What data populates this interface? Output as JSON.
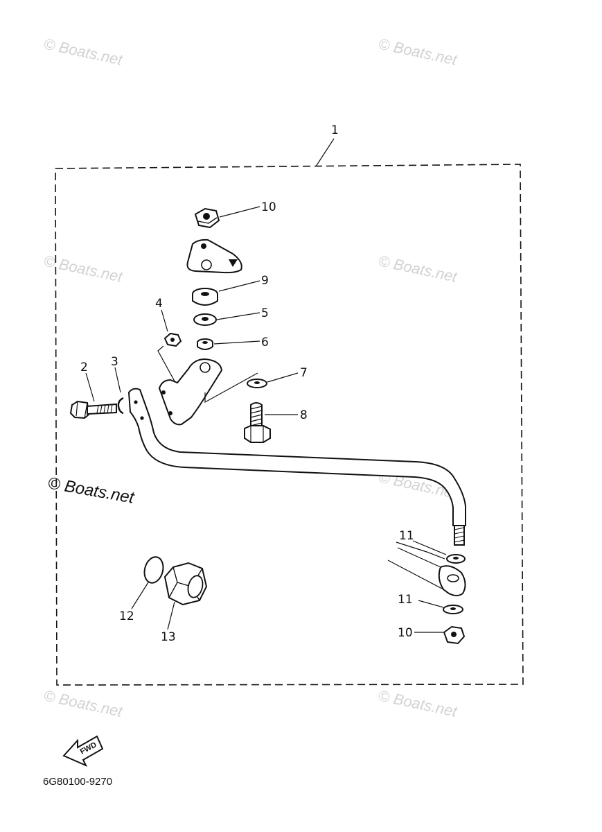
{
  "diagram": {
    "assembly_callout": "1",
    "callouts": {
      "p2": "2",
      "p3": "3",
      "p4": "4",
      "p5": "5",
      "p6": "6",
      "p7": "7",
      "p8": "8",
      "p9": "9",
      "p10_top": "10",
      "p10_bottom": "10",
      "p11_upper": "11",
      "p11_lower": "11",
      "p12": "12",
      "p13": "13"
    },
    "fwd_label": "FWD",
    "part_code": "6G80100-9270"
  },
  "watermark": {
    "text": "Boats.net",
    "symbol": "©"
  }
}
